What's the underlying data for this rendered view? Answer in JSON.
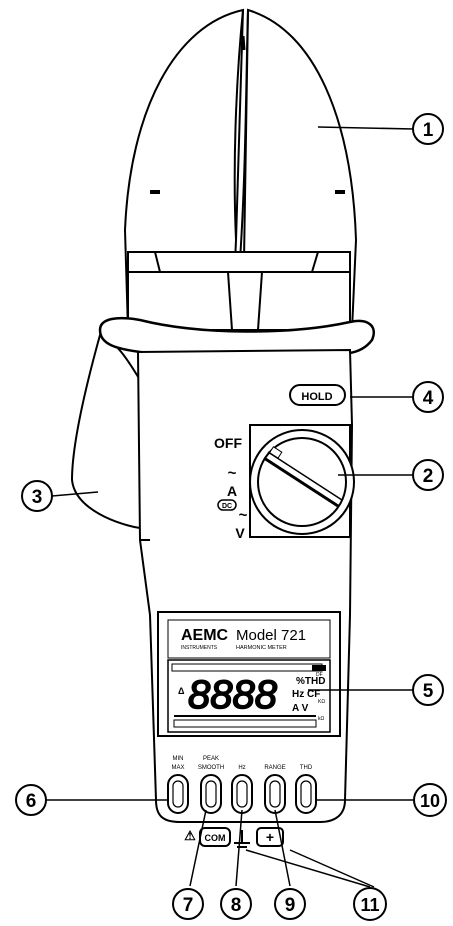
{
  "callouts": [
    "1",
    "2",
    "3",
    "4",
    "5",
    "6",
    "7",
    "8",
    "9",
    "10",
    "11"
  ],
  "switch": {
    "off": "OFF",
    "ac_symbol": "~",
    "amps": "A",
    "amps_badge": "DC",
    "volts_symbol": "~",
    "volts": "V"
  },
  "hold_label": "HOLD",
  "display": {
    "brand": "AEMC",
    "brand_sub": "INSTRUMENTS",
    "model": "Model 721",
    "model_sub": "HARMONIC METER",
    "digits": "8888",
    "delta": "Δ",
    "units_right": [
      "%THD",
      "Hz CF",
      "A V"
    ],
    "units_small": [
      "DF",
      "KΩ",
      "kΩ"
    ]
  },
  "buttons": [
    {
      "top": "MIN",
      "bottom": "MAX"
    },
    {
      "top": "PEAK",
      "bottom": "SMOOTH"
    },
    {
      "top": "",
      "bottom": "Hz"
    },
    {
      "top": "",
      "bottom": "RANGE"
    },
    {
      "top": "",
      "bottom": "THD"
    }
  ],
  "terminals": {
    "warning": "⚠",
    "com": "COM",
    "plus": "+"
  }
}
